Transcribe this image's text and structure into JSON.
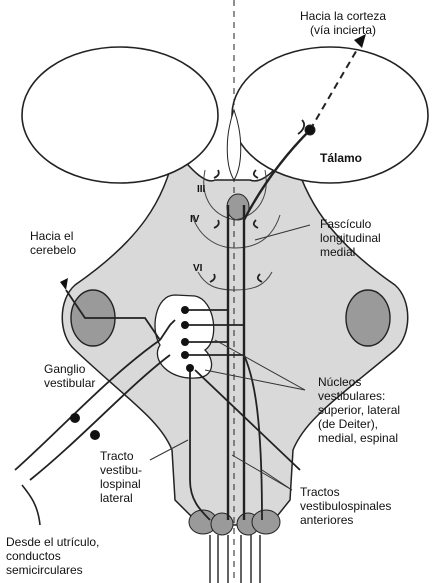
{
  "labels": {
    "corteza": [
      "Hacia la corteza",
      "(vía incierta)"
    ],
    "talamo": "Tálamo",
    "fasciculo": [
      "Fascículo",
      "longitudinal",
      "medial"
    ],
    "cerebelo": [
      "Hacia el",
      "cerebelo"
    ],
    "ganglio": [
      "Ganglio",
      "vestibular"
    ],
    "nucleos": [
      "Núcleos",
      "vestibulares:",
      "superior, lateral",
      "(de Deiter),",
      "medial, espinal"
    ],
    "tracto_lateral": [
      "Tracto",
      "vestibu-",
      "lospinal",
      "lateral"
    ],
    "tractos_anteriores": [
      "Tractos",
      "vestibulospinales",
      "anteriores"
    ],
    "utriculo": [
      "Desde el utrículo,",
      "conductos",
      "semicirculares"
    ],
    "nervios": [
      "III",
      "IV",
      "VI"
    ]
  },
  "colors": {
    "tissue": "#d9d9d9",
    "nucleus": "#9a9a9a",
    "outline": "#222222"
  }
}
